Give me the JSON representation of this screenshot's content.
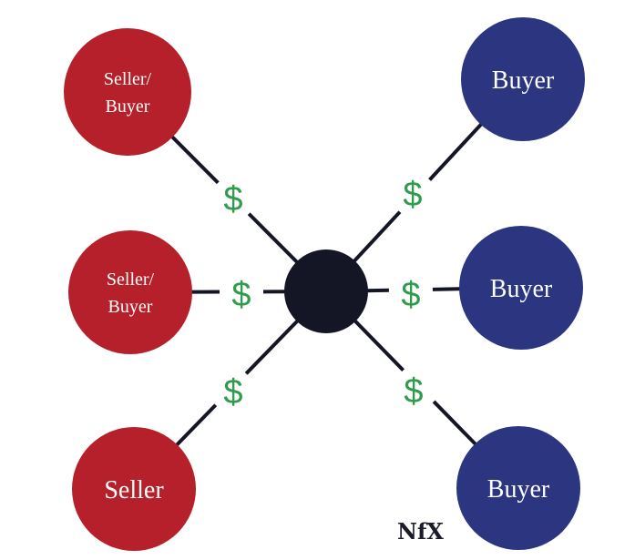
{
  "colors": {
    "seller": "#b5202a",
    "buyer": "#2b3580",
    "hub": "#141626",
    "edge": "#141626",
    "currency": "#2e9c4a"
  },
  "nodes": [
    {
      "id": "top-left",
      "lines": [
        "Seller/",
        "Buyer"
      ],
      "role": "seller"
    },
    {
      "id": "mid-left",
      "lines": [
        "Seller/",
        "Buyer"
      ],
      "role": "seller"
    },
    {
      "id": "bottom-left",
      "lines": [
        "Seller"
      ],
      "role": "seller"
    },
    {
      "id": "top-right",
      "lines": [
        "Buyer"
      ],
      "role": "buyer"
    },
    {
      "id": "mid-right",
      "lines": [
        "Buyer"
      ],
      "role": "buyer"
    },
    {
      "id": "bottom-right",
      "lines": [
        "Buyer"
      ],
      "role": "buyer"
    }
  ],
  "currency_symbol": "$",
  "logo_text": "NfX"
}
